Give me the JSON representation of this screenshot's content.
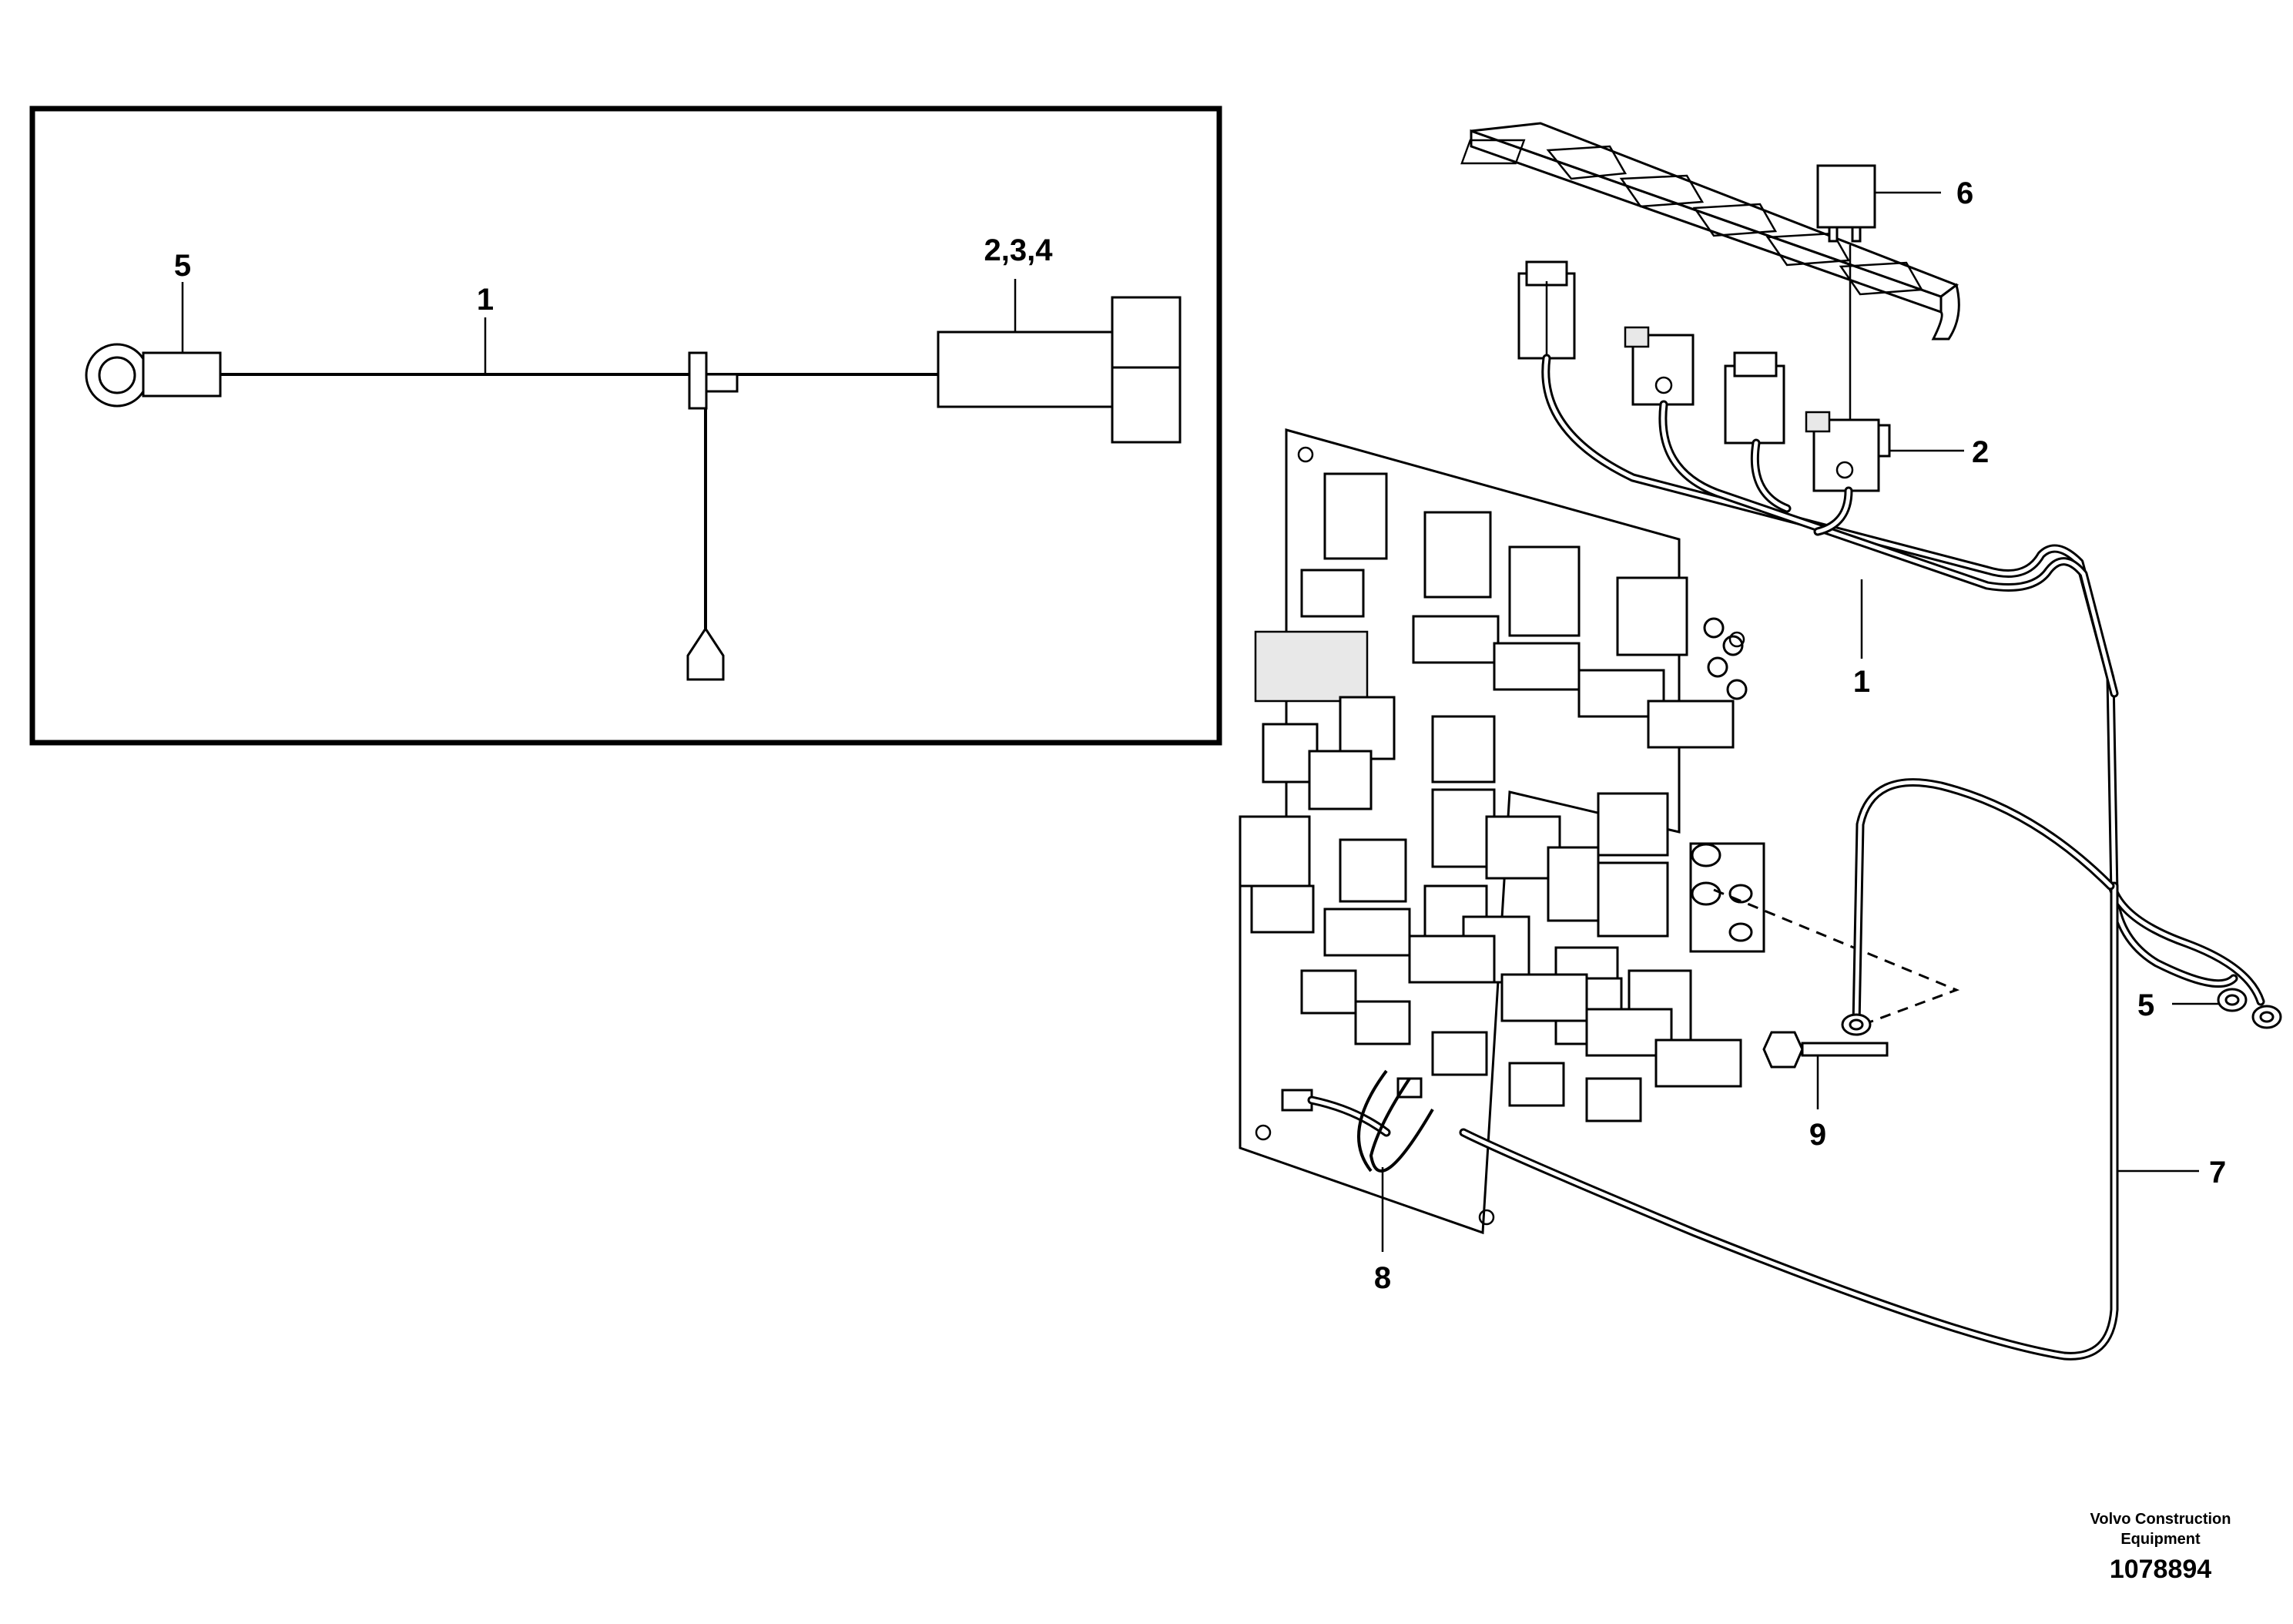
{
  "callouts": {
    "inset_ring_terminal": "5",
    "inset_cable": "1",
    "inset_connectors": "2,3,4",
    "relay": "6",
    "connector": "2",
    "harness": "1",
    "ring_terminals": "5",
    "ground_cable": "7",
    "screw": "9",
    "cable_tie": "8"
  },
  "footer": {
    "brand_line1": "Volvo Construction",
    "brand_line2": "Equipment",
    "drawing_number": "1078894"
  }
}
